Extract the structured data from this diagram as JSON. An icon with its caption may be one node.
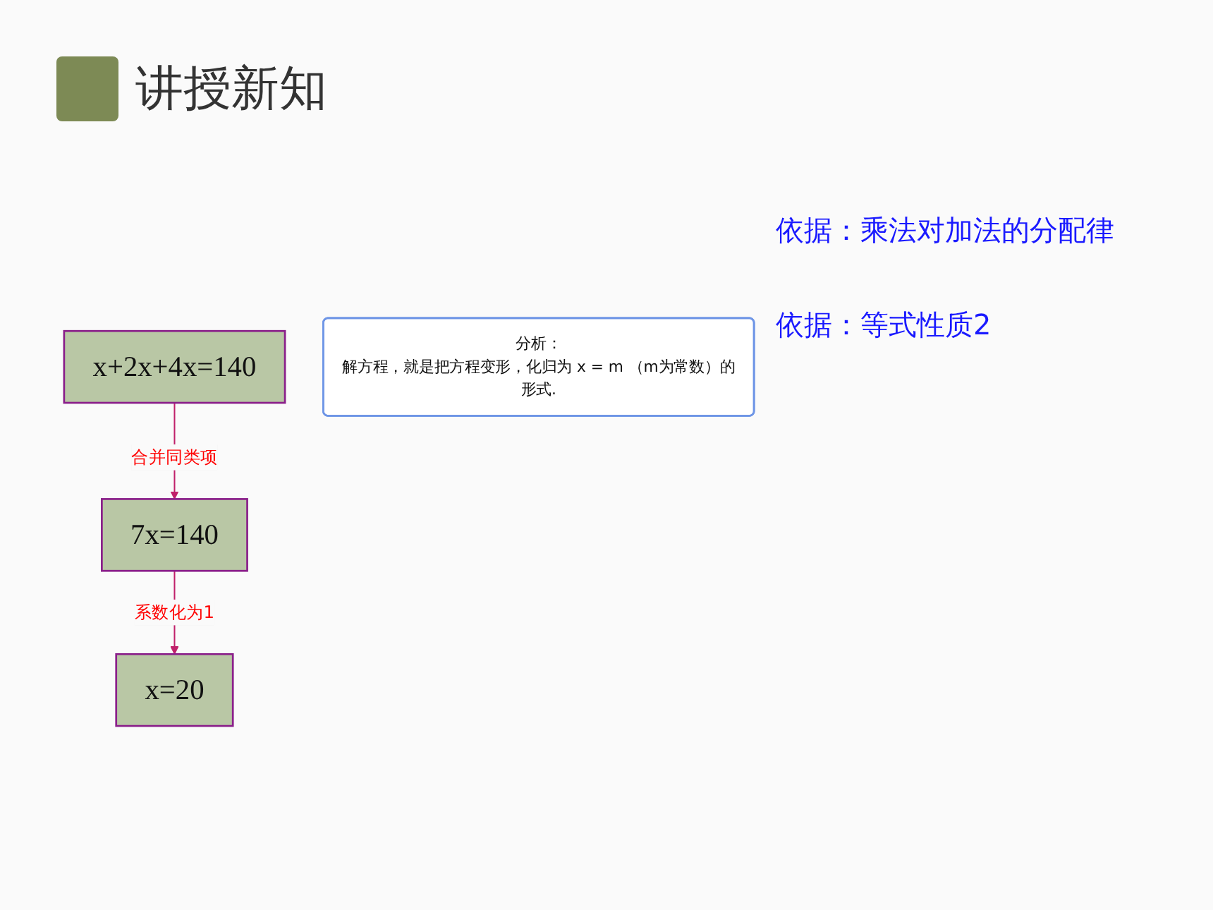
{
  "diagram": {
    "title": "讲授新知",
    "nodes": [
      {
        "text": [
          "x+2x+4x=140"
        ]
      },
      {
        "text": [
          "7x=140"
        ]
      },
      {
        "text": [
          "x=20"
        ]
      },
      {
        "text": [
          "分析：",
          "解方程，就是把方程变形，化归为 x = m （m为常数）的形式."
        ]
      }
    ],
    "edges": [
      {
        "from": 0,
        "to": 1,
        "arrow": "to",
        "label": "合并同类项"
      },
      {
        "from": 1,
        "to": 2,
        "arrow": "to",
        "label": "系数化为1"
      }
    ],
    "labels": [
      "依据：乘法对加法的分配律",
      "依据：等式性质2"
    ]
  }
}
